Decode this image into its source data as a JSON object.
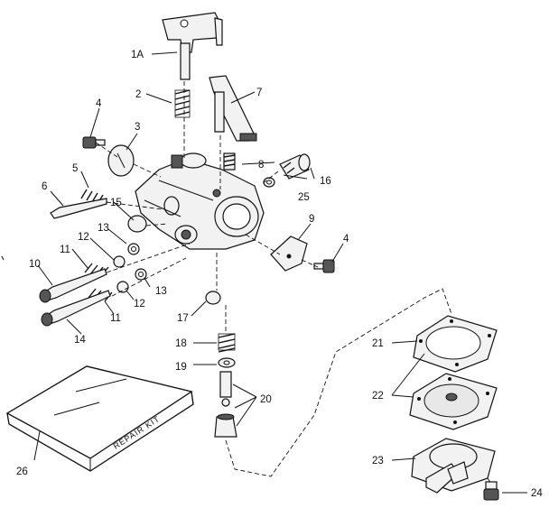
{
  "diagram": {
    "labels": [
      {
        "id": "1A",
        "text": "1A"
      },
      {
        "id": "2",
        "text": "2"
      },
      {
        "id": "3",
        "text": "3"
      },
      {
        "id": "4a",
        "text": "4"
      },
      {
        "id": "4b",
        "text": "4"
      },
      {
        "id": "5",
        "text": "5"
      },
      {
        "id": "6",
        "text": "6"
      },
      {
        "id": "7",
        "text": "7"
      },
      {
        "id": "8",
        "text": "8"
      },
      {
        "id": "9",
        "text": "9"
      },
      {
        "id": "10",
        "text": "10"
      },
      {
        "id": "11a",
        "text": "11"
      },
      {
        "id": "11b",
        "text": "11"
      },
      {
        "id": "12a",
        "text": "12"
      },
      {
        "id": "12b",
        "text": "12"
      },
      {
        "id": "13a",
        "text": "13"
      },
      {
        "id": "13b",
        "text": "13"
      },
      {
        "id": "14",
        "text": "14"
      },
      {
        "id": "15",
        "text": "15"
      },
      {
        "id": "16",
        "text": "16"
      },
      {
        "id": "17",
        "text": "17"
      },
      {
        "id": "18",
        "text": "18"
      },
      {
        "id": "19",
        "text": "19"
      },
      {
        "id": "20",
        "text": "20"
      },
      {
        "id": "21",
        "text": "21"
      },
      {
        "id": "22",
        "text": "22"
      },
      {
        "id": "23",
        "text": "23"
      },
      {
        "id": "24",
        "text": "24"
      },
      {
        "id": "25",
        "text": "25"
      },
      {
        "id": "26",
        "text": "26"
      }
    ],
    "kit_text": "REPAIR KIT"
  }
}
